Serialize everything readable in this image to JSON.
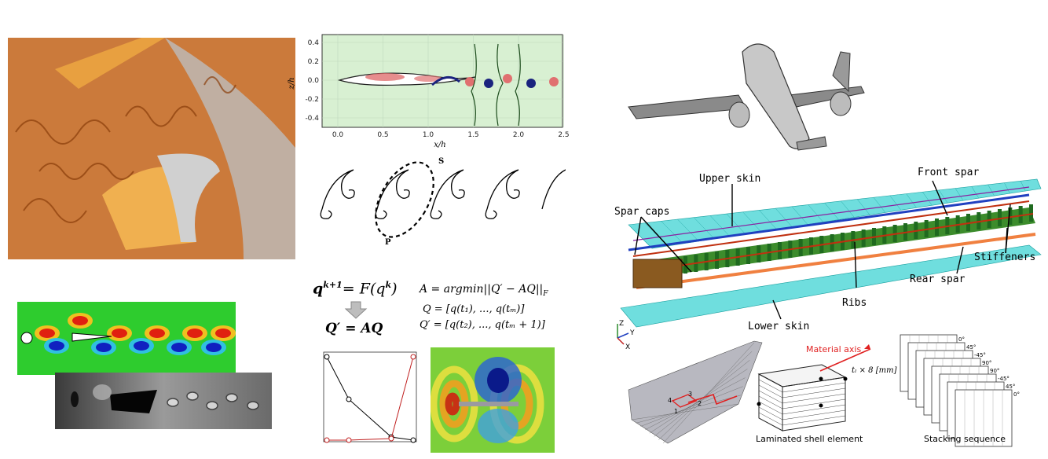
{
  "wake_plot": {
    "xlabel": "x/h",
    "ylabel": "z/h",
    "xticks": [
      "0.0",
      "0.5",
      "1.0",
      "1.5",
      "2.0",
      "2.5"
    ],
    "yticks": [
      "0.4",
      "0.2",
      "0.0",
      "-0.2",
      "-0.4"
    ]
  },
  "vortex_sketch": {
    "label_s": "S",
    "label_p": "P"
  },
  "equations": {
    "eq1_lhs": "q",
    "eq1_sup": "k+1",
    "eq1_rhs": "= F(q",
    "eq1_rhs_sup": "k",
    "eq1_close": ")",
    "eq2": "Q′ = AQ",
    "eq3": "A = argmin||Q′ − AQ||",
    "eq3_sub": "F",
    "eq4": "Q = [q(t₁), ..., q(tₘ)]",
    "eq5": "Q′ = [q(t₂), ..., q(tₘ + 1)]"
  },
  "wing_labels": {
    "upper_skin": "Upper skin",
    "front_spar": "Front spar",
    "spar_caps": "Spar caps",
    "stiffeners": "Stiffeners",
    "rear_spar": "Rear spar",
    "ribs": "Ribs",
    "lower_skin": "Lower skin",
    "axis_z": "Z",
    "axis_y": "Y",
    "axis_x": "X"
  },
  "laminate": {
    "material_axis": "Material axis",
    "thickness": "tₗ × 8 [mm]",
    "shell_caption": "Laminated shell element",
    "stacking_caption": "Stacking sequence",
    "node_labels": [
      "1",
      "2",
      "3",
      "4"
    ],
    "angles": [
      "0°",
      "45°",
      "-45°",
      "90°",
      "90°",
      "-45°",
      "45°",
      "0°"
    ]
  },
  "colors": {
    "turbulence": "#c8691e",
    "plot_bg": "#d8f0d2",
    "skin": "#4fd0d0",
    "rib": "#2c9c2c",
    "spar": "#c85a1a",
    "red_axis": "#e02020"
  }
}
